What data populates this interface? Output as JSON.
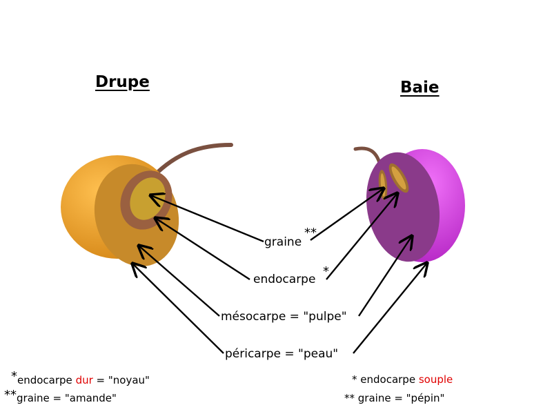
{
  "titles": {
    "drupe": "Drupe",
    "baie": "Baie"
  },
  "labels": {
    "graine": "graine",
    "graine_mark": "**",
    "endocarpe": "endocarpe",
    "endocarpe_mark": "*",
    "mesocarpe": "mésocarpe = \"pulpe\"",
    "pericarpe": "péricarpe = \"peau\""
  },
  "notes_left": {
    "line1_mark": "*",
    "line1_pre": "endocarpe ",
    "line1_red": "dur",
    "line1_post": " = \"noyau\"",
    "line2_mark": "**",
    "line2_text": "graine = \"amande\""
  },
  "notes_right": {
    "line1_pre": "* endocarpe ",
    "line1_red": "souple",
    "line2_text": "** graine = \"pépin\""
  },
  "colors": {
    "drupe_skin": "#f0a030",
    "drupe_cut": "#c78a2a",
    "drupe_pit": "#9a6040",
    "drupe_seed": "#c8a030",
    "baie_skin": "#d040e0",
    "baie_cut": "#8a3a8a",
    "baie_seed": "#c89030",
    "stem": "#7a5040",
    "highlight": "#e00000"
  }
}
